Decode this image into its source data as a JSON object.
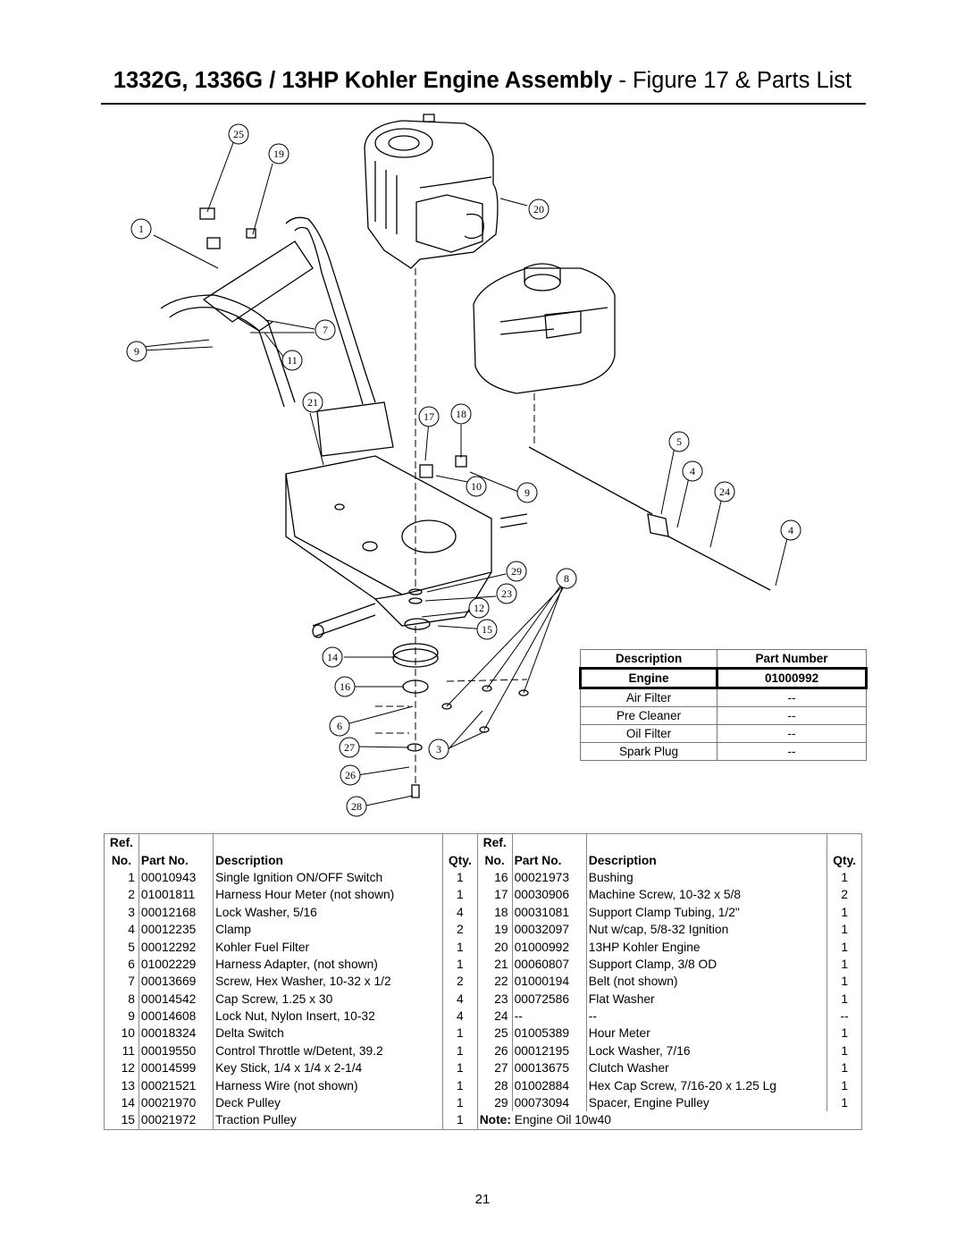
{
  "title": {
    "bold": "1332G, 1336G / 13HP Kohler Engine Assembly",
    "normal": " - Figure 17 & Parts List"
  },
  "callouts": [
    "25",
    "19",
    "1",
    "20",
    "7",
    "9",
    "11",
    "21",
    "17",
    "18",
    "5",
    "4",
    "10",
    "9",
    "24",
    "4",
    "29",
    "8",
    "23",
    "12",
    "15",
    "14",
    "16",
    "6",
    "27",
    "3",
    "26",
    "28"
  ],
  "engine_table": {
    "headers": [
      "Description",
      "Part Number"
    ],
    "rows": [
      [
        "Engine",
        "01000992"
      ],
      [
        "Air Filter",
        "--"
      ],
      [
        "Pre Cleaner",
        "--"
      ],
      [
        "Oil Filter",
        "--"
      ],
      [
        "Spark Plug",
        "--"
      ]
    ]
  },
  "parts_table": {
    "headers": [
      "Ref.",
      "No.",
      "Part No.",
      "Description",
      "Qty."
    ],
    "left": [
      [
        "1",
        "00010943",
        "Single Ignition ON/OFF Switch",
        "1"
      ],
      [
        "2",
        "01001811",
        "Harness Hour Meter (not shown)",
        "1"
      ],
      [
        "3",
        "00012168",
        "Lock Washer, 5/16",
        "4"
      ],
      [
        "4",
        "00012235",
        "Clamp",
        "2"
      ],
      [
        "5",
        "00012292",
        "Kohler Fuel Filter",
        "1"
      ],
      [
        "6",
        "01002229",
        "Harness Adapter, (not shown)",
        "1"
      ],
      [
        "7",
        "00013669",
        "Screw, Hex Washer, 10-32 x 1/2",
        "2"
      ],
      [
        "8",
        "00014542",
        "Cap Screw, 1.25 x 30",
        "4"
      ],
      [
        "9",
        "00014608",
        "Lock Nut, Nylon Insert, 10-32",
        "4"
      ],
      [
        "10",
        "00018324",
        "Delta Switch",
        "1"
      ],
      [
        "11",
        "00019550",
        "Control Throttle w/Detent, 39.2",
        "1"
      ],
      [
        "12",
        "00014599",
        "Key Stick, 1/4 x 1/4 x 2-1/4",
        "1"
      ],
      [
        "13",
        "00021521",
        "Harness Wire (not shown)",
        "1"
      ],
      [
        "14",
        "00021970",
        "Deck Pulley",
        "1"
      ],
      [
        "15",
        "00021972",
        "Traction Pulley",
        "1"
      ]
    ],
    "right": [
      [
        "16",
        "00021973",
        "Bushing",
        "1"
      ],
      [
        "17",
        "00030906",
        "Machine Screw, 10-32 x 5/8",
        "2"
      ],
      [
        "18",
        "00031081",
        "Support Clamp Tubing, 1/2\"",
        "1"
      ],
      [
        "19",
        "00032097",
        "Nut w/cap, 5/8-32 Ignition",
        "1"
      ],
      [
        "20",
        "01000992",
        "13HP Kohler Engine",
        "1"
      ],
      [
        "21",
        "00060807",
        "Support Clamp, 3/8 OD",
        "1"
      ],
      [
        "22",
        "01000194",
        "Belt (not shown)",
        "1"
      ],
      [
        "23",
        "00072586",
        "Flat Washer",
        "1"
      ],
      [
        "24",
        "--",
        "--",
        "--"
      ],
      [
        "25",
        "01005389",
        "Hour Meter",
        "1"
      ],
      [
        "26",
        "00012195",
        "Lock Washer, 7/16",
        "1"
      ],
      [
        "27",
        "00013675",
        "Clutch Washer",
        "1"
      ],
      [
        "28",
        "01002884",
        "Hex Cap Screw, 7/16-20 x 1.25 Lg",
        "1"
      ],
      [
        "29",
        "00073094",
        "Spacer, Engine Pulley",
        "1"
      ]
    ],
    "note_label": "Note:",
    "note_text": " Engine Oil 10w40"
  },
  "page_number": "21"
}
